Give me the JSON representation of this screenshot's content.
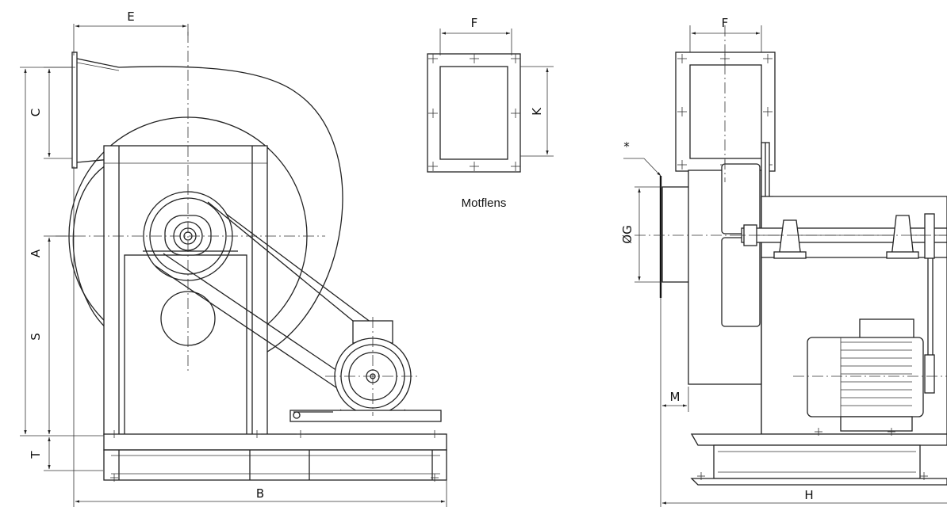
{
  "caption": "Motflens",
  "labels": {
    "A": "A",
    "B": "B",
    "C": "C",
    "E": "E",
    "F": "F",
    "K": "K",
    "S": "S",
    "T": "T",
    "G": "ØG",
    "H": "H",
    "M": "M",
    "star": "*"
  },
  "colors": {
    "line": "#222222",
    "background": "#ffffff"
  }
}
